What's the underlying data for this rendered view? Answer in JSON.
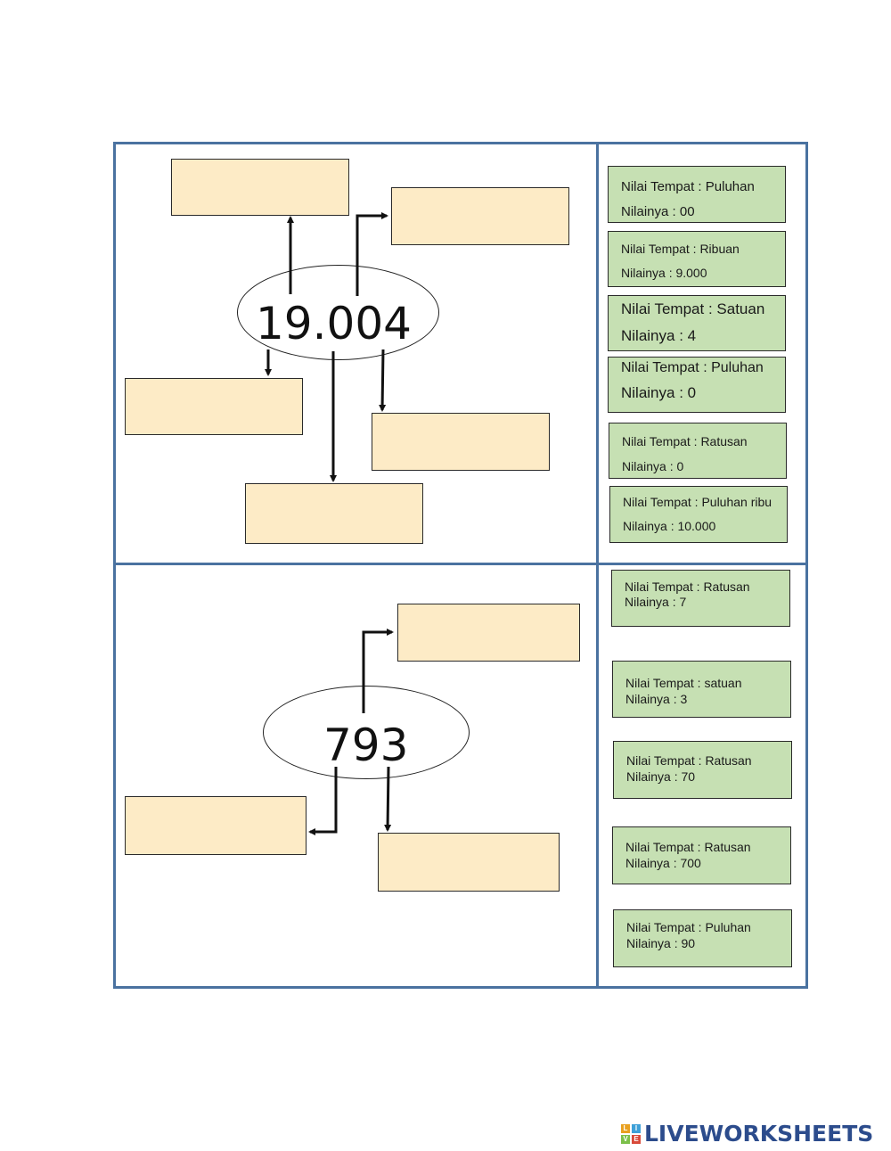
{
  "top_section": {
    "number": "19.004",
    "cards": [
      {
        "line1": "Nilai Tempat : Puluhan",
        "line2": "Nilainya : 00"
      },
      {
        "line1": "Nilai Tempat : Ribuan",
        "line2": "Nilainya : 9.000"
      },
      {
        "line1": "Nilai Tempat : Satuan",
        "line2": "Nilainya : 4"
      },
      {
        "line1": "Nilai Tempat : Puluhan",
        "line2": "Nilainya : 0"
      },
      {
        "line1": "Nilai Tempat : Ratusan",
        "line2": "Nilainya : 0"
      },
      {
        "line1": "Nilai Tempat : Puluhan ribu",
        "line2": "Nilainya : 10.000"
      }
    ]
  },
  "bottom_section": {
    "number": "793",
    "cards": [
      {
        "line1": "Nilai Tempat : Ratusan",
        "line2": "Nilainya : 7"
      },
      {
        "line1": "Nilai Tempat : satuan",
        "line2": "Nilainya : 3"
      },
      {
        "line1": "Nilai Tempat : Ratusan",
        "line2": "Nilainya : 70"
      },
      {
        "line1": "Nilai Tempat : Ratusan",
        "line2": "Nilainya : 700"
      },
      {
        "line1": "Nilai Tempat : Puluhan",
        "line2": "Nilainya : 90"
      }
    ]
  },
  "branding": {
    "logo_text": "LIVEWORKSHEETS",
    "logo_letters": [
      "L",
      "I",
      "V",
      "E"
    ]
  },
  "colors": {
    "frame": "#4a72a0",
    "drop_zone": "#fdebc6",
    "card": "#c6e0b3",
    "logo_text": "#2c4c8c"
  }
}
